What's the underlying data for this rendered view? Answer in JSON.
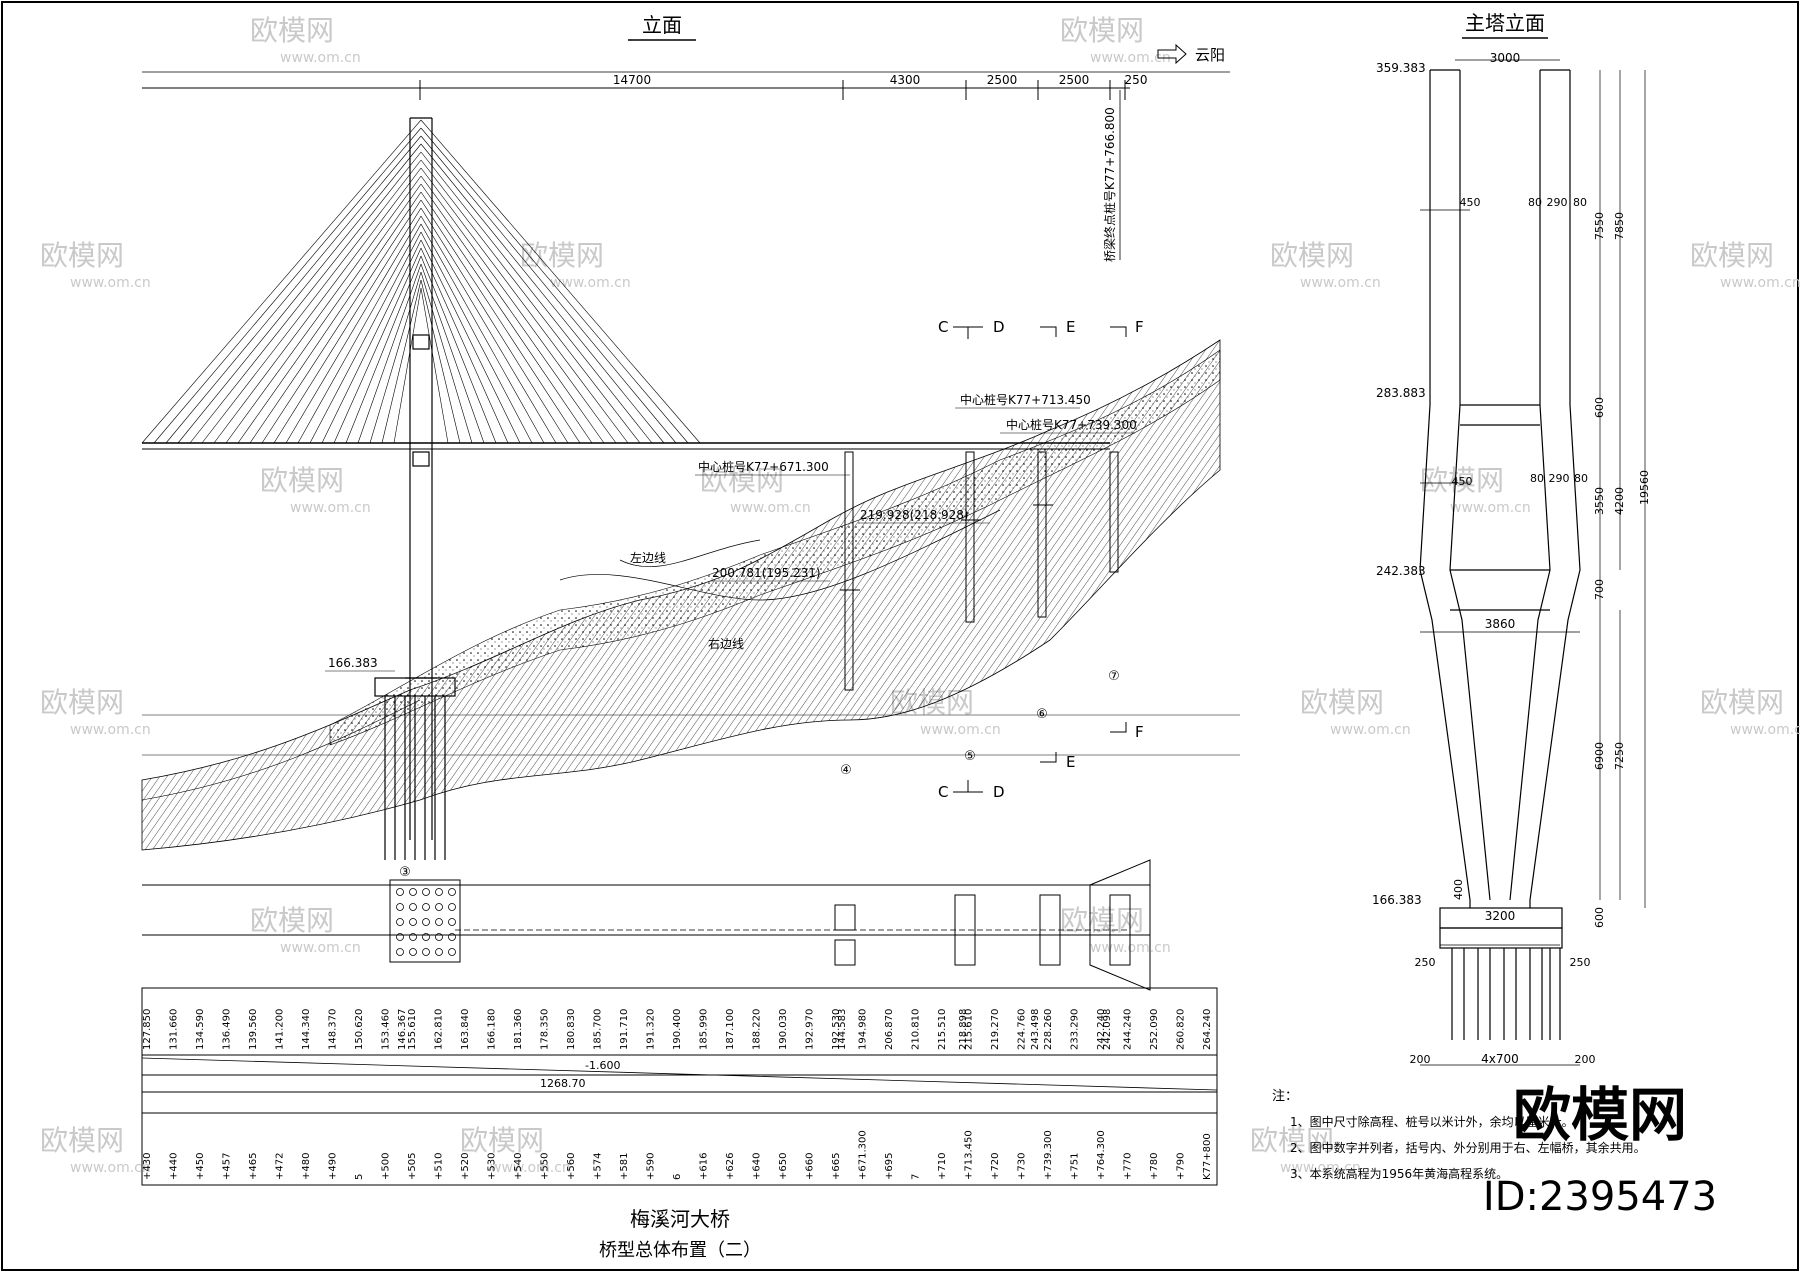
{
  "titles": {
    "elevation": "立面",
    "tower_elevation": "主塔立面",
    "bridge_name": "梅溪河大桥",
    "sheet_name": "桥型总体布置（二）",
    "direction": "云阳"
  },
  "spans": [
    "14700",
    "4300",
    "2500",
    "2500",
    "250"
  ],
  "end_station": "桥梁终点桩号K77+766.800",
  "center_stations": [
    "中心桩号K77+713.450",
    "中心桩号K77+739.300",
    "中心桩号K77+671.300"
  ],
  "elevations_main": [
    "219.928(218.928)",
    "200.781(195.231)",
    "166.383"
  ],
  "line_labels": [
    "左边线",
    "右边线"
  ],
  "pier_numbers": [
    "③",
    "④",
    "⑤",
    "⑥",
    "⑦"
  ],
  "section_marks": {
    "top": [
      "C",
      "D",
      "E",
      "F"
    ],
    "bottom": [
      "C",
      "D",
      "E",
      "F"
    ]
  },
  "profile_row1": [
    "127.850",
    "131.660",
    "134.590",
    "136.490",
    "139.560",
    "141.200",
    "144.340",
    "148.370",
    "150.620",
    "153.460",
    "155.610",
    "162.810",
    "163.840",
    "166.180",
    "181.360",
    "178.350",
    "180.830",
    "185.700",
    "191.710",
    "191.320",
    "190.400",
    "185.990",
    "187.100",
    "188.220",
    "190.030",
    "192.970",
    "192.530",
    "194.980",
    "206.870",
    "210.810",
    "215.510",
    "215.610",
    "219.270",
    "224.760",
    "228.260",
    "233.290",
    "242.240",
    "244.240",
    "252.090",
    "260.820",
    "264.240"
  ],
  "profile_top_stations": [
    "146.367",
    "144.583",
    "218.898",
    "243.498",
    "242.098"
  ],
  "grade": "-1.600",
  "length": "1268.70",
  "profile_row2": [
    "+430",
    "+440",
    "+450",
    "+457",
    "+465",
    "+472",
    "+480",
    "+490",
    "5",
    "+500",
    "+505",
    "+510",
    "+520",
    "+530",
    "+540",
    "+550",
    "+560",
    "+574",
    "+581",
    "+590",
    "6",
    "+616",
    "+626",
    "+640",
    "+650",
    "+660",
    "+665",
    "+671.300",
    "+695",
    "7",
    "+710",
    "+713.450",
    "+720",
    "+730",
    "+739.300",
    "+751",
    "+764.300",
    "+770",
    "+780",
    "+790",
    "K77+800"
  ],
  "tower": {
    "elevations": [
      "359.383",
      "283.883",
      "242.383",
      "166.383"
    ],
    "widths": [
      "3000",
      "450",
      "80",
      "290",
      "80",
      "450",
      "80",
      "290",
      "80",
      "3860",
      "3200",
      "250",
      "250",
      "200",
      "4x700",
      "200"
    ],
    "heights": [
      "7550",
      "7850",
      "600",
      "3550",
      "4200",
      "19560",
      "700",
      "6900",
      "7250",
      "400",
      "600"
    ]
  },
  "notes": {
    "head": "注：",
    "items": [
      "1、图中尺寸除高程、桩号以米计外，余均以厘米计。",
      "2、图中数字并列者，括号内、外分别用于右、左幅桥，其余共用。",
      "3、本系统高程为1956年黄海高程系统。"
    ]
  },
  "watermark": {
    "brand": "欧模网",
    "url": "www.om.cn",
    "id": "ID:2395473"
  }
}
